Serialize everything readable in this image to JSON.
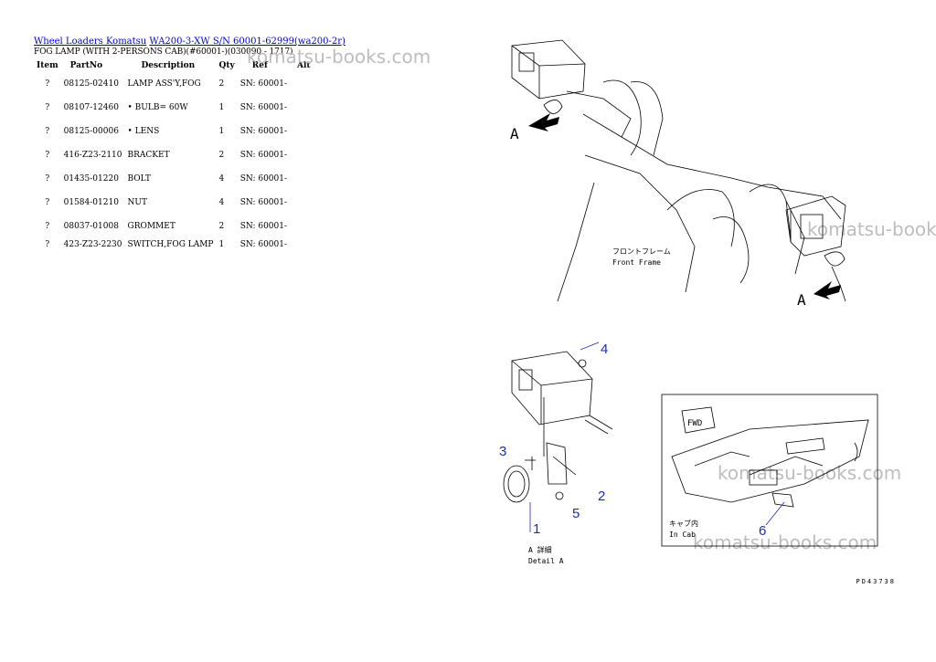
{
  "breadcrumb": {
    "link1": "Wheel Loaders Komatsu",
    "link2": "WA200-3-XW S/N 60001-62999(wa200-2r)"
  },
  "subtitle": "FOG LAMP (WITH 2-PERSONS CAB)(#60001-)(030090 - 1717)",
  "table": {
    "headers": [
      "Item",
      "PartNo",
      "Description",
      "Qty",
      "Ref",
      "Alt"
    ],
    "rows": [
      {
        "item": "?",
        "part": "08125-02410",
        "desc": "LAMP ASS'Y,FOG",
        "qty": "2",
        "ref": "SN: 60001-"
      },
      {
        "item": "?",
        "part": "08107-12460",
        "desc": "• BULB= 60W",
        "qty": "1",
        "ref": "SN: 60001-"
      },
      {
        "item": "?",
        "part": "08125-00006",
        "desc": "• LENS",
        "qty": "1",
        "ref": "SN: 60001-"
      },
      {
        "item": "?",
        "part": "416-Z23-2110",
        "desc": "BRACKET",
        "qty": "2",
        "ref": "SN: 60001-"
      },
      {
        "item": "?",
        "part": "01435-01220",
        "desc": "BOLT",
        "qty": "4",
        "ref": "SN: 60001-"
      },
      {
        "item": "?",
        "part": "01584-01210",
        "desc": "NUT",
        "qty": "4",
        "ref": "SN: 60001-"
      },
      {
        "item": "?",
        "part": "08037-01008",
        "desc": "GROMMET",
        "qty": "2",
        "ref": "SN: 60001-"
      },
      {
        "item": "?",
        "part": "423-Z23-2230",
        "desc": "SWITCH,FOG LAMP",
        "qty": "1",
        "ref": "SN: 60001-"
      }
    ]
  },
  "watermark": "komatsu-books.com",
  "diagram": {
    "arrow_label": "A",
    "front_frame_jp": "フロントフレーム",
    "front_frame_en": "Front Frame",
    "detail_jp": "A 詳細",
    "detail_en": "Detail A",
    "cab_jp": "キャブ内",
    "cab_en": "In Cab",
    "fwd": "FWD",
    "callouts": [
      "1",
      "2",
      "3",
      "4",
      "5",
      "6"
    ],
    "code": "PD43738"
  }
}
